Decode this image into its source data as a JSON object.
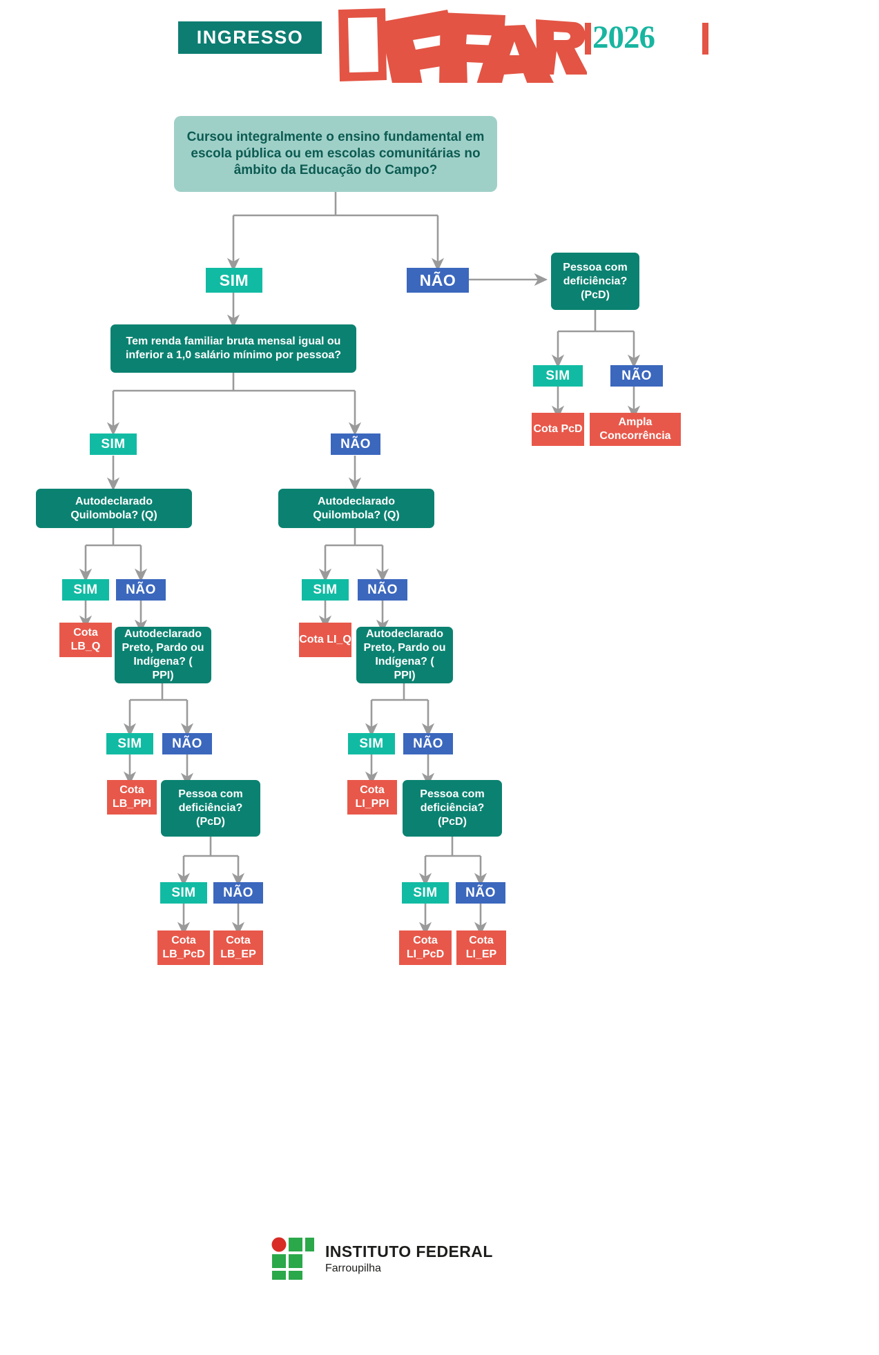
{
  "header": {
    "ingresso_label": "INGRESSO",
    "brand": "IFFAR",
    "year": "2026",
    "colors": {
      "teal": "#0d7d72",
      "red": "#e35444",
      "year_teal": "#18b5a0"
    }
  },
  "flow": {
    "q_top": "Cursou integralmente o ensino fundamental em escola pública ou em escolas comunitárias no âmbito da Educação do Campo?",
    "q_renda": "Tem renda familiar bruta mensal igual ou inferior a 1,0 salário mínimo por pessoa?",
    "q_quilombola_a": "Autodeclarado Quilombola? (Q)",
    "q_quilombola_b": "Autodeclarado Quilombola? (Q)",
    "q_ppi_a": "Autodeclarado Preto, Pardo ou Indígena? ( PPI)",
    "q_ppi_b": "Autodeclarado Preto, Pardo ou Indígena? ( PPI)",
    "q_pcd_right": "Pessoa com deficiência? (PcD)",
    "q_pcd_lb": "Pessoa com deficiência? (PcD)",
    "q_pcd_li": "Pessoa com deficiência? (PcD)",
    "sim": "SIM",
    "nao": "NÃO",
    "results": {
      "cota_pcd": "Cota PcD",
      "ampla": "Ampla Concorrência",
      "lb_q": "Cota LB_Q",
      "li_q": "Cota LI_Q",
      "lb_ppi": "Cota LB_PPI",
      "li_ppi": "Cota LI_PPI",
      "lb_pcd": "Cota LB_PcD",
      "lb_ep": "Cota LB_EP",
      "li_pcd": "Cota LI_PcD",
      "li_ep": "Cota LI_EP"
    },
    "colors": {
      "question_light": "#9fd0c8",
      "question": "#0b8271",
      "sim": "#11bba3",
      "nao": "#3b67bd",
      "result": "#e8584a",
      "connector": "#9a9a9a"
    }
  },
  "footer": {
    "institution_line1": "INSTITUTO FEDERAL",
    "institution_line2": "Farroupilha",
    "logo_colors": {
      "red": "#d92b26",
      "green": "#2ba84a"
    }
  }
}
